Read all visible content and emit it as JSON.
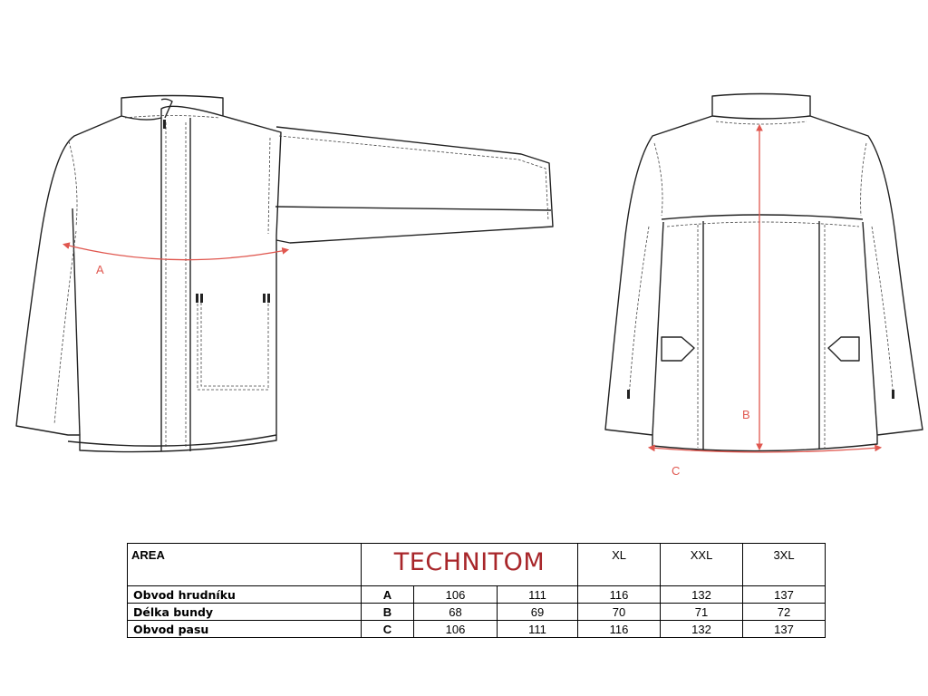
{
  "diagram": {
    "measures": {
      "a": "A",
      "b": "B",
      "c": "C"
    }
  },
  "colors": {
    "line": "#222222",
    "measure": "#e0574f",
    "brand": "#a8262a"
  },
  "table": {
    "area_header": "AREA",
    "logo_text": "TECHNITOM",
    "sizes_visible": [
      "XL",
      "XXL",
      "3XL"
    ],
    "rows": [
      {
        "label": "Obvod hrudníku",
        "code": "A",
        "values": [
          "106",
          "111",
          "116",
          "132",
          "137"
        ]
      },
      {
        "label": "Délka bundy",
        "code": "B",
        "values": [
          "68",
          "69",
          "70",
          "71",
          "72"
        ]
      },
      {
        "label": "Obvod pasu",
        "code": "C",
        "values": [
          "106",
          "111",
          "116",
          "132",
          "137"
        ]
      }
    ]
  }
}
